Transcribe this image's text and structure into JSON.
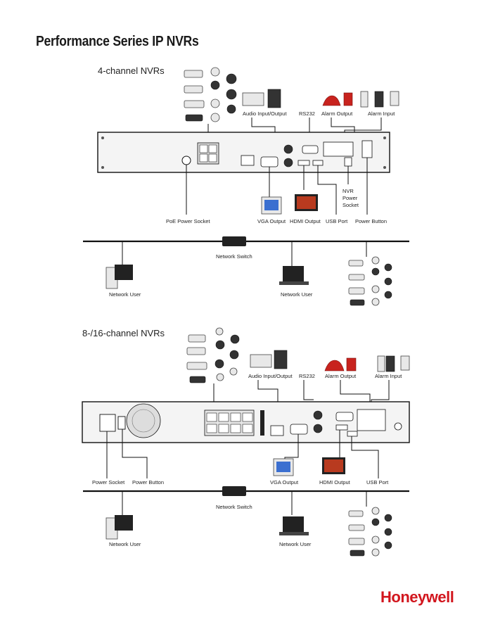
{
  "page": {
    "title": "Performance Series IP NVRs",
    "brand": "Honeywell"
  },
  "four_channel": {
    "heading": "4-channel NVRs",
    "labels": {
      "audio_io": "Audio Input/Output",
      "rs232": "RS232",
      "alarm_output": "Alarm Output",
      "alarm_input": "Alarm Input",
      "nvr_power_socket_1": "NVR",
      "nvr_power_socket_2": "Power",
      "nvr_power_socket_3": "Socket",
      "poe_power_socket": "PoE Power Socket",
      "vga_output": "VGA Output",
      "hdmi_output": "HDMI Output",
      "usb_port": "USB Port",
      "power_button": "Power Button",
      "network_switch": "Network Switch",
      "network_user_1": "Network User",
      "network_user_2": "Network User"
    }
  },
  "multi_channel": {
    "heading": "8-/16-channel NVRs",
    "labels": {
      "audio_io": "Audio Input/Output",
      "rs232": "RS232",
      "alarm_output": "Alarm Output",
      "alarm_input": "Alarm Input",
      "power_socket": "Power Socket",
      "power_button": "Power Button",
      "vga_output": "VGA Output",
      "hdmi_output": "HDMI Output",
      "usb_port": "USB Port",
      "network_switch": "Network Switch",
      "network_user_1": "Network User",
      "network_user_2": "Network User"
    }
  }
}
